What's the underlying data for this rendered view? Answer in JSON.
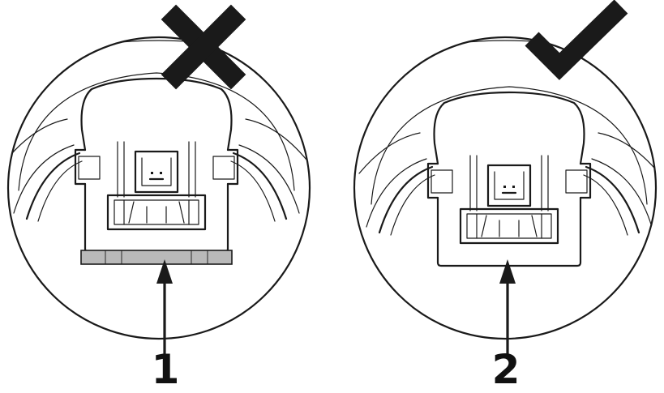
{
  "panels": [
    {
      "id": "incorrect",
      "status_icon": "cross-icon",
      "callout_label": "1",
      "shows_gray_gap": true
    },
    {
      "id": "correct",
      "status_icon": "check-icon",
      "callout_label": "2",
      "shows_gray_gap": false
    }
  ],
  "colors": {
    "line": "#1a1a1a",
    "gap_fill": "#b9b9b9",
    "background": "#ffffff"
  }
}
